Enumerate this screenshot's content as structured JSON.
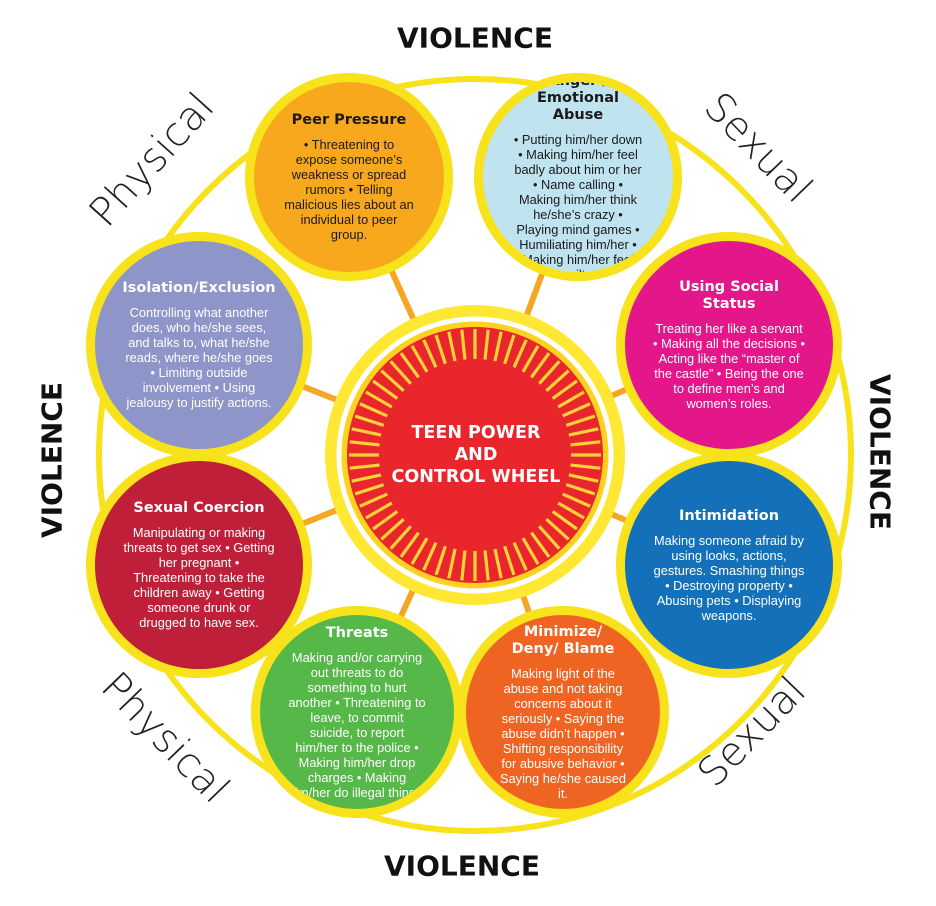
{
  "center": {
    "title": "TEEN POWER\nAND\nCONTROL WHEEL"
  },
  "outer_labels": {
    "top": "VIOLENCE",
    "bottom": "VIOLENCE",
    "left": "VIOLENCE",
    "right": "VIOLENCE",
    "upper_left": "Physical",
    "lower_left": "Physical",
    "upper_right": "Sexual",
    "lower_right": "Sexual"
  },
  "segments": [
    {
      "id": "peer-pressure",
      "title": "Peer Pressure",
      "color": "#f7a81c",
      "text_color": "#1a1a1a",
      "body": "• Threatening to expose someone’s weakness or spread rumors • Telling malicious lies about an individual to peer group."
    },
    {
      "id": "anger-emotional-abuse",
      "title": "Anger /\nEmotional Abuse",
      "color": "#bfe3ef",
      "text_color": "#1a1a1a",
      "body": "• Putting him/her down • Making him/her feel badly about him or her • Name calling • Making him/her think he/she’s crazy • Playing mind games • Humiliating him/her • Making him/her feel guilty."
    },
    {
      "id": "using-social-status",
      "title": "Using Social Status",
      "color": "#e3168a",
      "text_color": "#ffffff",
      "body": "Treating her like a servant • Making all the decisions • Acting like the “master of the castle” • Being the one to define men’s and women’s roles."
    },
    {
      "id": "intimidation",
      "title": "Intimidation",
      "color": "#1470b8",
      "text_color": "#ffffff",
      "body": "Making someone afraid by using looks, actions, gestures. Smashing things • Destroying property • Abusing pets • Displaying weapons."
    },
    {
      "id": "minimize-deny-blame",
      "title": "Minimize/\nDeny/ Blame",
      "color": "#ef6423",
      "text_color": "#ffffff",
      "body": "Making light of the abuse and not taking concerns about it seriously • Saying the abuse didn’t happen • Shifting responsibility for abusive behavior • Saying he/she caused it."
    },
    {
      "id": "threats",
      "title": "Threats",
      "color": "#55b848",
      "text_color": "#ffffff",
      "body": "Making and/or carrying out threats to do something to hurt another • Threatening to leave, to commit suicide, to report him/her to the police • Making him/her drop charges • Making him/her do illegal things."
    },
    {
      "id": "sexual-coercion",
      "title": "Sexual Coercion",
      "color": "#c01f3a",
      "text_color": "#ffffff",
      "body": "Manipulating or making threats to get sex • Getting her pregnant • Threatening to take the children away • Getting someone drunk or drugged to have sex."
    },
    {
      "id": "isolation-exclusion",
      "title": "Isolation/Exclusion",
      "color": "#8e95c9",
      "text_color": "#ffffff",
      "body": "Controlling what another does, who he/she sees, and talks to, what he/she reads, where he/she goes • Limiting outside involvement • Using jealousy to justify actions."
    }
  ]
}
